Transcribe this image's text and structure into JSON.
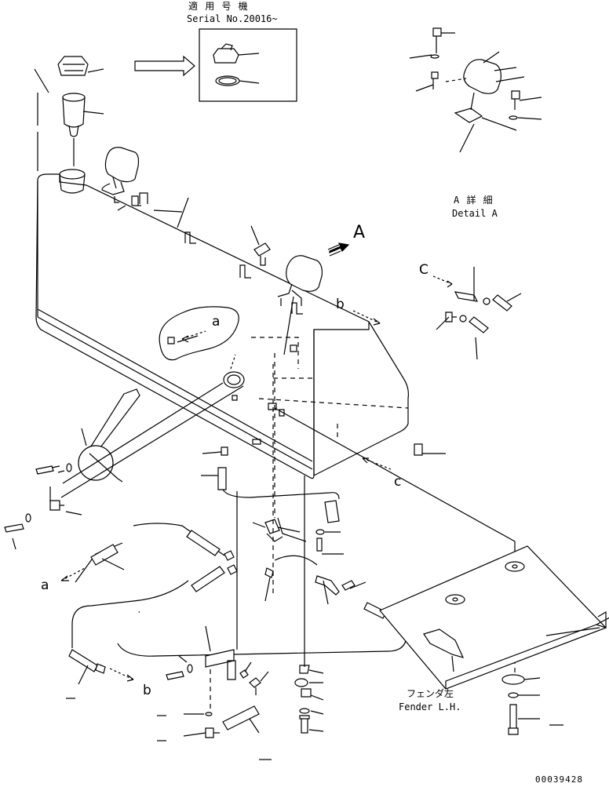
{
  "serial_box": {
    "jp_title": "適 用 号 機",
    "serial": "Serial No.20016~"
  },
  "detail_a": {
    "jp": "A 詳 細",
    "en": "Detail A"
  },
  "fender": {
    "jp": "フェンダ左",
    "en": "Fender L.H."
  },
  "view_labels": {
    "A": "A",
    "b_top": "b",
    "c_right": "c",
    "a_inset": "a",
    "C_detail": "C",
    "a_left": "a",
    "b_bottom": "b"
  },
  "drawing_number": "00039428"
}
